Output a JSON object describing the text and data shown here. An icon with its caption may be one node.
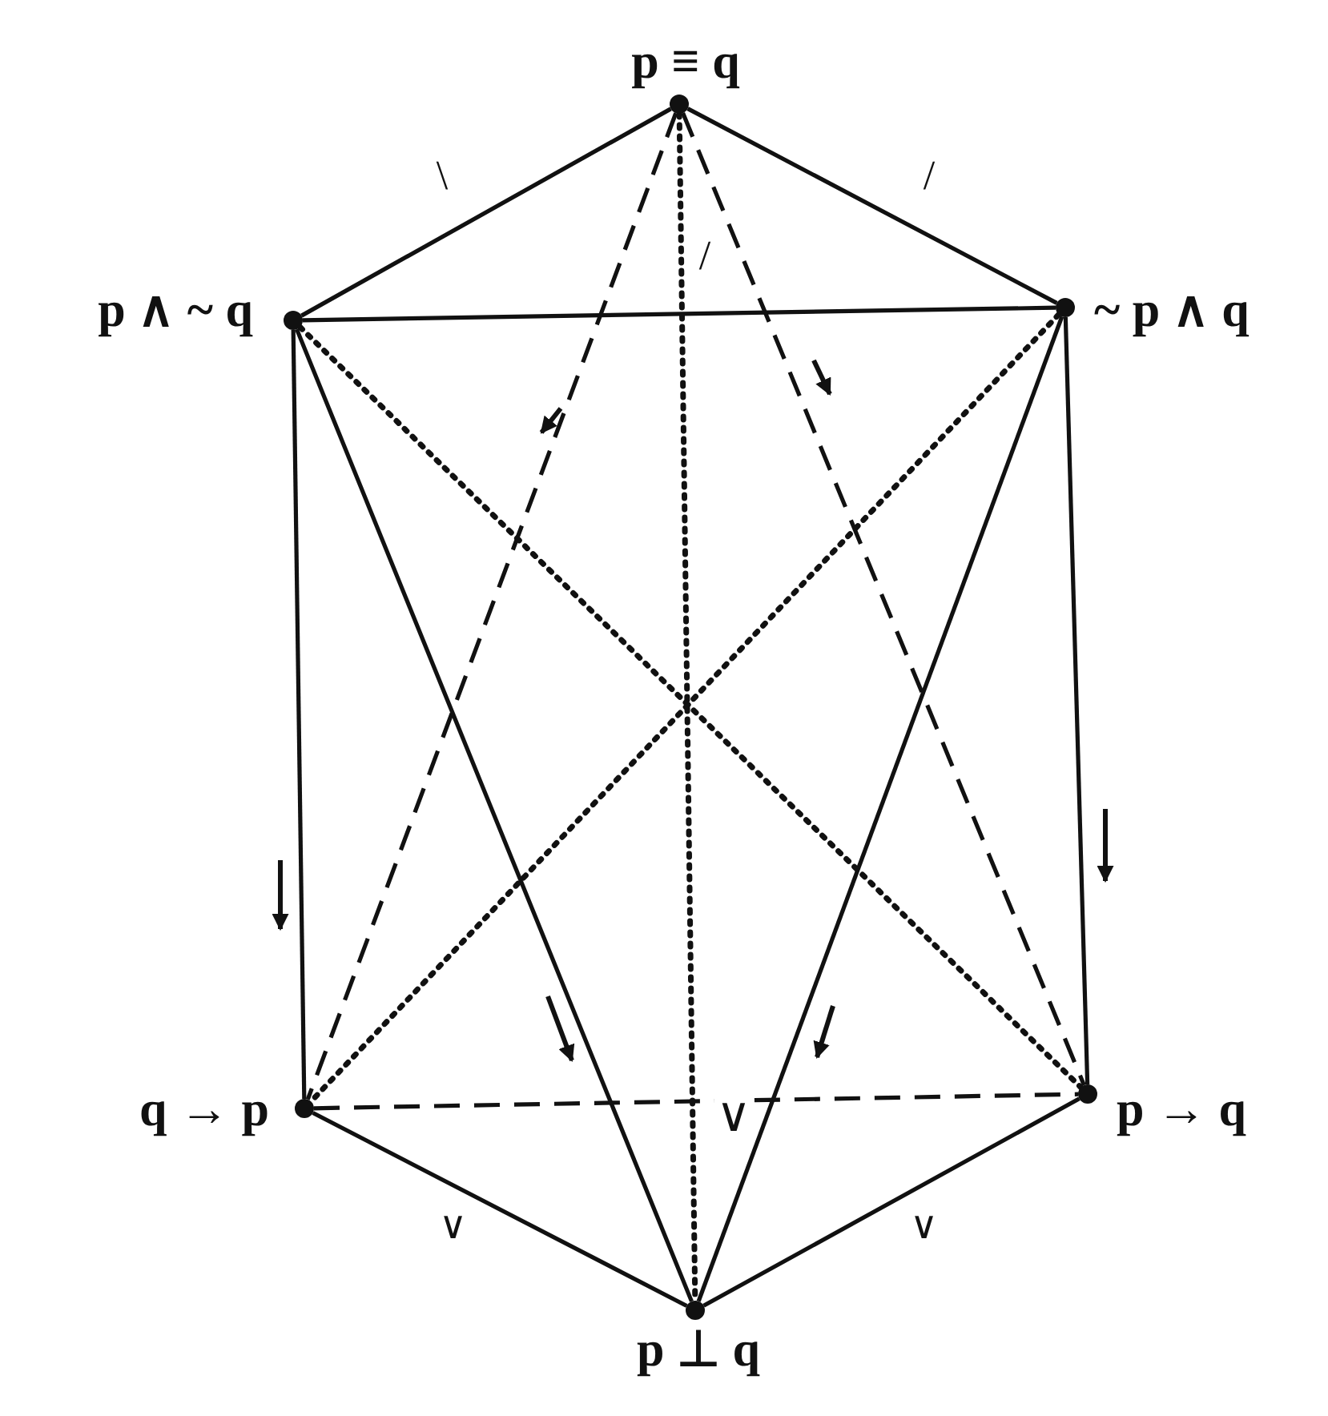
{
  "diagram": {
    "nodes": [
      {
        "text": [],
        "shape": "circle",
        "beside": [
          "p ≡ q"
        ]
      },
      {
        "text": [],
        "shape": "circle",
        "beside": [
          "p ∧ ~ q"
        ]
      },
      {
        "text": [],
        "shape": "circle",
        "beside": [
          "~ p ∧ q"
        ]
      },
      {
        "text": [],
        "shape": "circle",
        "beside": [
          "q → p"
        ]
      },
      {
        "text": [],
        "shape": "circle",
        "beside": [
          "p → q"
        ]
      },
      {
        "text": [],
        "shape": "circle",
        "beside": [
          "p ⊥ q"
        ]
      }
    ],
    "edges": [
      {
        "from": 0,
        "to": 1,
        "arrow": "none"
      },
      {
        "from": 0,
        "to": 2,
        "arrow": "none"
      },
      {
        "from": 1,
        "to": 2,
        "arrow": "none"
      },
      {
        "from": 1,
        "to": 3,
        "arrow": "none"
      },
      {
        "from": 2,
        "to": 4,
        "arrow": "none"
      },
      {
        "from": 3,
        "to": 5,
        "arrow": "none"
      },
      {
        "from": 4,
        "to": 5,
        "arrow": "none"
      },
      {
        "from": 1,
        "to": 5,
        "arrow": "none"
      },
      {
        "from": 2,
        "to": 5,
        "arrow": "none"
      },
      {
        "from": 0,
        "to": 3,
        "arrow": "none",
        "style": "dashed"
      },
      {
        "from": 0,
        "to": 4,
        "arrow": "none",
        "style": "dashed"
      },
      {
        "from": 3,
        "to": 4,
        "arrow": "none",
        "style": "dashed"
      },
      {
        "from": 0,
        "to": 5,
        "arrow": "none",
        "style": "dashed"
      },
      {
        "from": 1,
        "to": 4,
        "arrow": "none",
        "style": "dashed"
      },
      {
        "from": 2,
        "to": 3,
        "arrow": "none",
        "style": "dashed"
      }
    ],
    "labels": [
      "\\",
      "/",
      "/",
      "∨",
      "∨",
      "∨"
    ]
  }
}
